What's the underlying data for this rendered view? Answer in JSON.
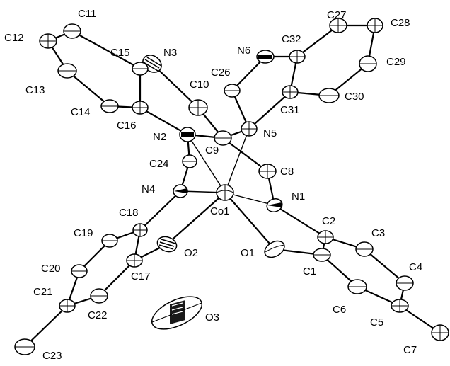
{
  "figure": {
    "labels": {
      "co1": "Co1",
      "n1": "N1",
      "n2": "N2",
      "n3": "N3",
      "n4": "N4",
      "n5": "N5",
      "n6": "N6",
      "o1": "O1",
      "o2": "O2",
      "o3": "O3",
      "c1": "C1",
      "c2": "C2",
      "c3": "C3",
      "c4": "C4",
      "c5": "C5",
      "c6": "C6",
      "c7": "C7",
      "c8": "C8",
      "c9": "C9",
      "c10": "C10",
      "c11": "C11",
      "c12": "C12",
      "c13": "C13",
      "c14": "C14",
      "c15": "C15",
      "c16": "C16",
      "c17": "C17",
      "c18": "C18",
      "c19": "C19",
      "c20": "C20",
      "c21": "C21",
      "c22": "C22",
      "c23": "C23",
      "c24": "C24",
      "c26": "C26",
      "c27": "C27",
      "c28": "C28",
      "c29": "C29",
      "c30": "C30",
      "c31": "C31",
      "c32": "C32"
    }
  }
}
